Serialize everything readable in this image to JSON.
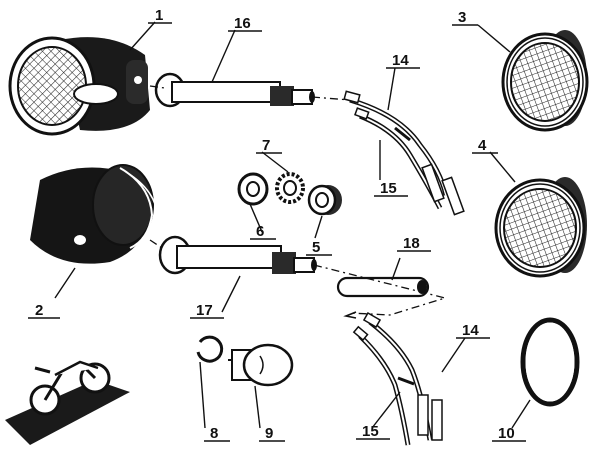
{
  "diagram": {
    "labels": {
      "p1": "1",
      "p2": "2",
      "p3": "3",
      "p4": "4",
      "p5": "5",
      "p6": "6",
      "p7": "7",
      "p8": "8",
      "p9": "9",
      "p10": "10",
      "p14a": "14",
      "p14b": "14",
      "p15a": "15",
      "p15b": "15",
      "p16": "16",
      "p17": "17",
      "p18": "18"
    }
  }
}
